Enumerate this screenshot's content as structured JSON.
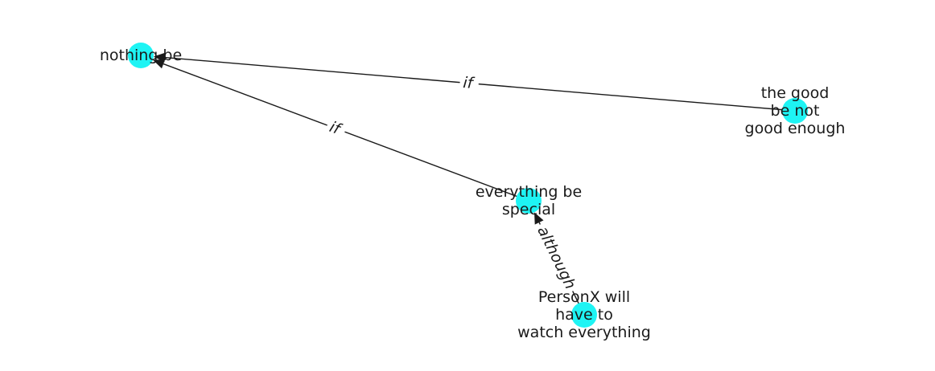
{
  "graph": {
    "node_color": "#1ef4f4",
    "edge_color": "#1a1a1a",
    "nodes": [
      {
        "id": "n1",
        "lines": [
          "nothing be"
        ]
      },
      {
        "id": "n2",
        "lines": [
          "the good",
          "be not",
          "good enough"
        ]
      },
      {
        "id": "n3",
        "lines": [
          "everything be",
          "special"
        ]
      },
      {
        "id": "n4",
        "lines": [
          "PersonX will",
          "have to",
          "watch everything"
        ]
      }
    ],
    "edges": [
      {
        "from": "n2",
        "to": "n1",
        "label": "if"
      },
      {
        "from": "n3",
        "to": "n1",
        "label": "if"
      },
      {
        "from": "n4",
        "to": "n3",
        "label": "although"
      }
    ]
  }
}
